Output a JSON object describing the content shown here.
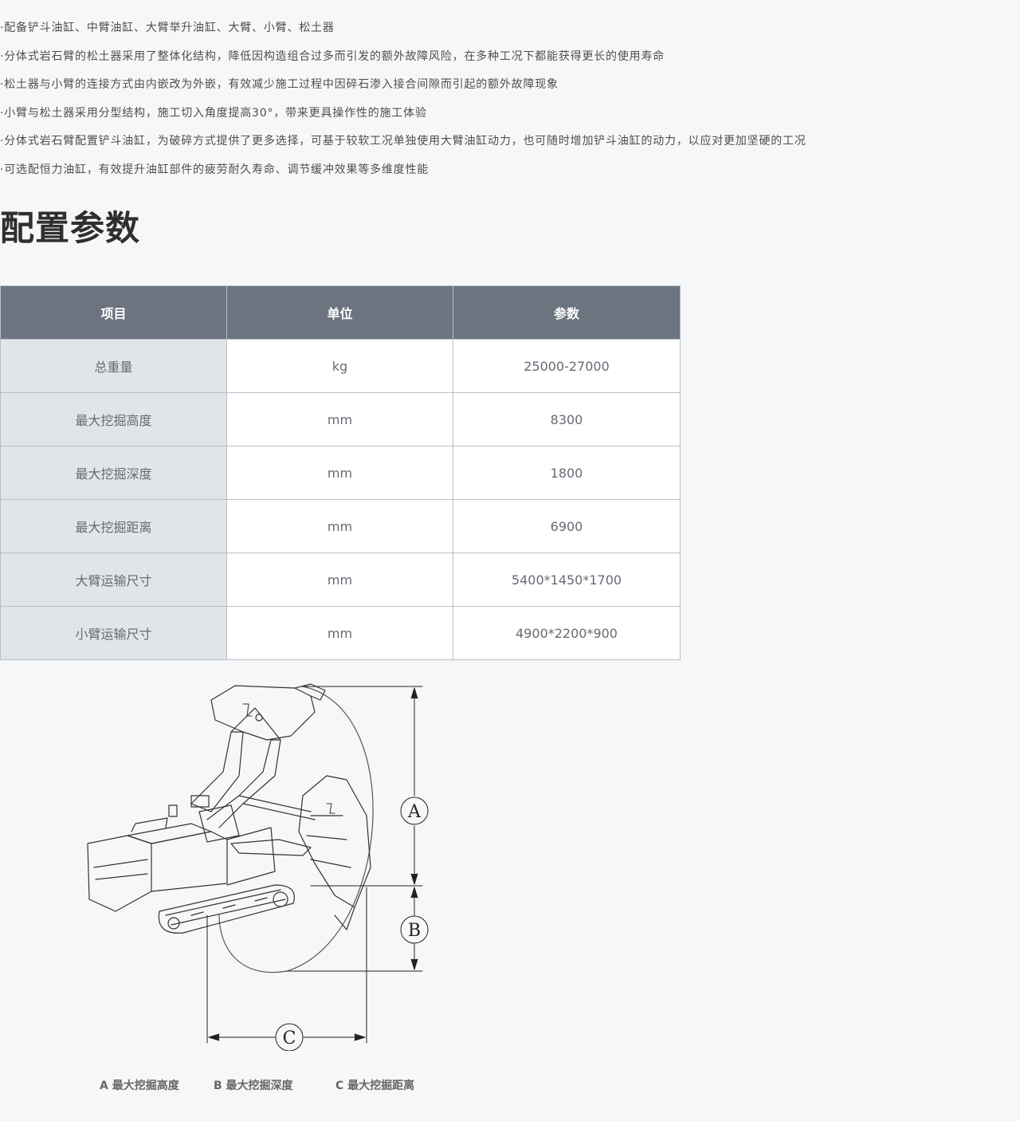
{
  "features": [
    "·配备铲斗油缸、中臂油缸、大臂举升油缸、大臂、小臂、松土器",
    "·分体式岩石臂的松土器采用了整体化结构，降低因构造组合过多而引发的额外故障风险，在多种工况下都能获得更长的使用寿命",
    "·松土器与小臂的连接方式由内嵌改为外嵌，有效减少施工过程中因碎石渗入接合间隙而引起的额外故障现象",
    "·小臂与松土器采用分型结构，施工切入角度提高30°，带来更具操作性的施工体验",
    "·分体式岩石臂配置铲斗油缸，为破碎方式提供了更多选择，可基于较软工况单独使用大臂油缸动力，也可随时增加铲斗油缸的动力，以应对更加坚硬的工况",
    "·可选配恒力油缸，有效提升油缸部件的疲劳耐久寿命、调节缓冲效果等多维度性能"
  ],
  "section_title": "配置参数",
  "table": {
    "headers": [
      "项目",
      "单位",
      "参数"
    ],
    "rows": [
      [
        "总重量",
        "kg",
        "25000-27000"
      ],
      [
        "最大挖掘高度",
        "mm",
        "8300"
      ],
      [
        "最大挖掘深度",
        "mm",
        "1800"
      ],
      [
        "最大挖掘距离",
        "mm",
        "6900"
      ],
      [
        "大臂运输尺寸",
        "mm",
        "5400*1450*1700"
      ],
      [
        "小臂运输尺寸",
        "mm",
        "4900*2200*900"
      ]
    ]
  },
  "diagram": {
    "labels": [
      "A",
      "B",
      "C"
    ]
  },
  "legend": [
    "A 最大挖掘高度",
    "B 最大挖掘深度",
    "C 最大挖掘距离"
  ]
}
